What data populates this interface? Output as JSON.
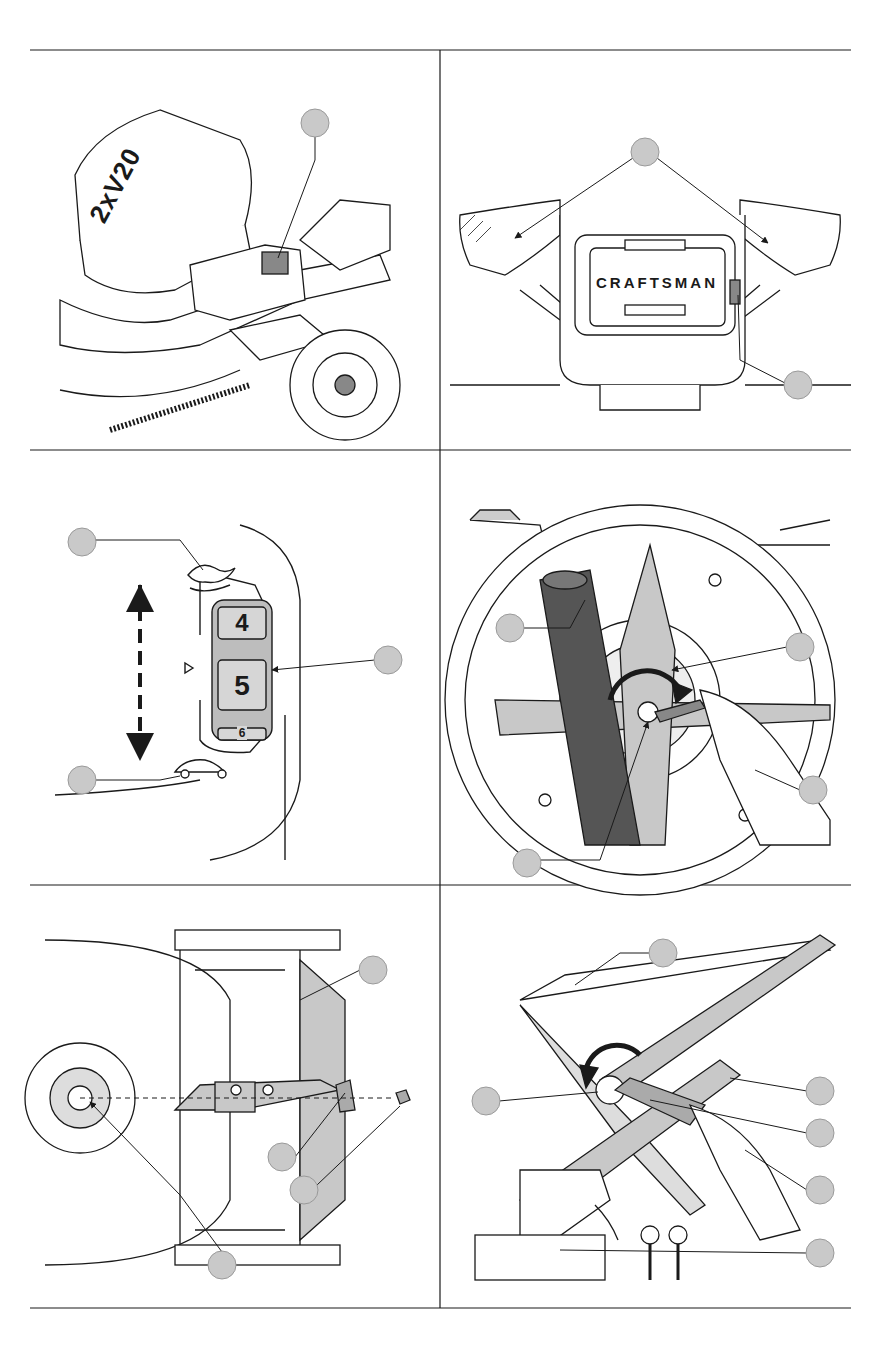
{
  "diagram": {
    "labels": [
      "2xV20",
      "CRAFTSMAN",
      "4",
      "5",
      "6"
    ]
  }
}
